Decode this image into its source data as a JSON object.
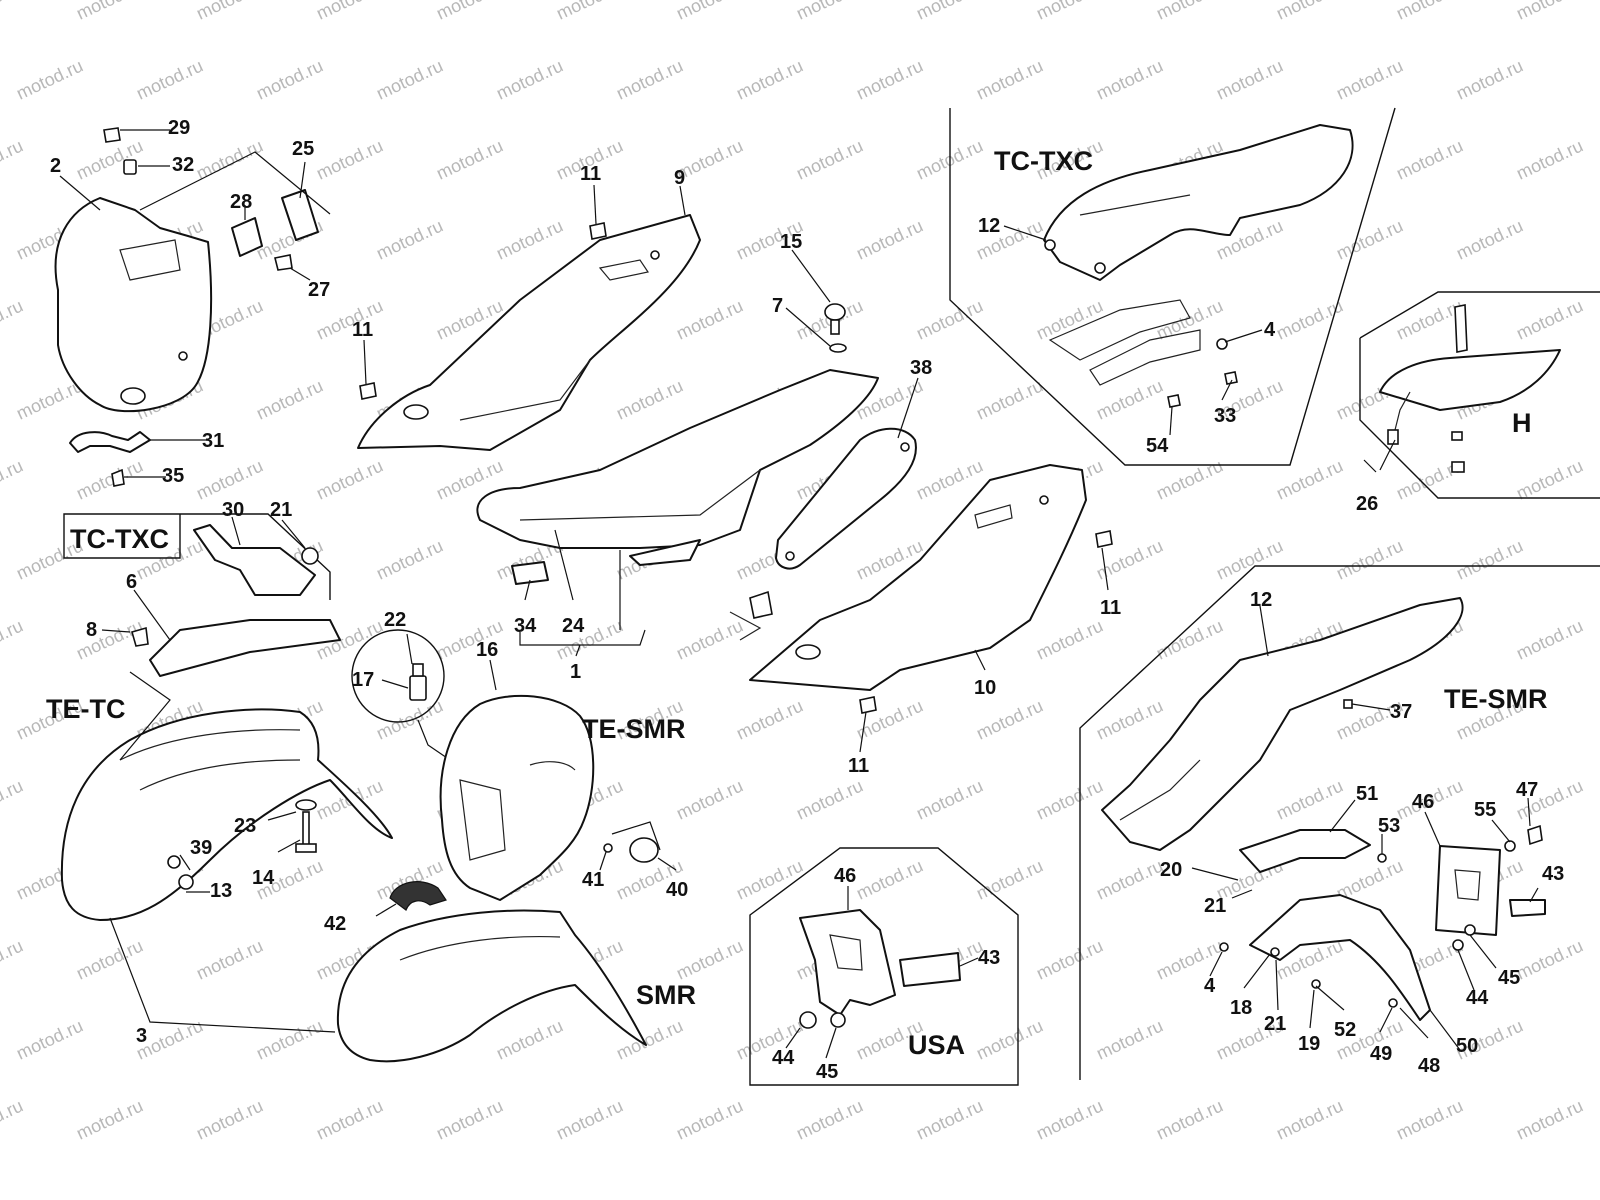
{
  "watermark": "motod.ru",
  "variants": {
    "tc_txc_top": "TC-TXC",
    "tc_txc_left": "TC-TXC",
    "te_tc": "TE-TC",
    "te_smr_mid": "TE-SMR",
    "smr": "SMR",
    "usa": "USA",
    "te_smr_right": "TE-SMR",
    "h": "H"
  },
  "callouts": {
    "c29": "29",
    "c32": "32",
    "c2": "2",
    "c25": "25",
    "c28": "28",
    "c27": "27",
    "c31": "31",
    "c35": "35",
    "c30": "30",
    "c21a": "21",
    "c6": "6",
    "c8": "8",
    "c39": "39",
    "c23": "23",
    "c14": "14",
    "c13": "13",
    "c3": "3",
    "c22": "22",
    "c17": "17",
    "c16": "16",
    "c42": "42",
    "c41": "41",
    "c40": "40",
    "c11a": "11",
    "c9": "9",
    "c11b": "11",
    "c15": "15",
    "c7": "7",
    "c38": "38",
    "c34": "34",
    "c24": "24",
    "c1": "1",
    "c11c": "11",
    "c10": "10",
    "c11d": "11",
    "c12a": "12",
    "c4a": "4",
    "c33": "33",
    "c54": "54",
    "c26": "26",
    "c12b": "12",
    "c37": "37",
    "c51": "51",
    "c53": "53",
    "c46a": "46",
    "c55": "55",
    "c47": "47",
    "c20": "20",
    "c21b": "21",
    "c43a": "43",
    "c4b": "4",
    "c18": "18",
    "c21c": "21",
    "c19": "19",
    "c52": "52",
    "c49": "49",
    "c48": "48",
    "c50": "50",
    "c44a": "44",
    "c45a": "45",
    "c46b": "46",
    "c43b": "43",
    "c44b": "44",
    "c45b": "45"
  }
}
